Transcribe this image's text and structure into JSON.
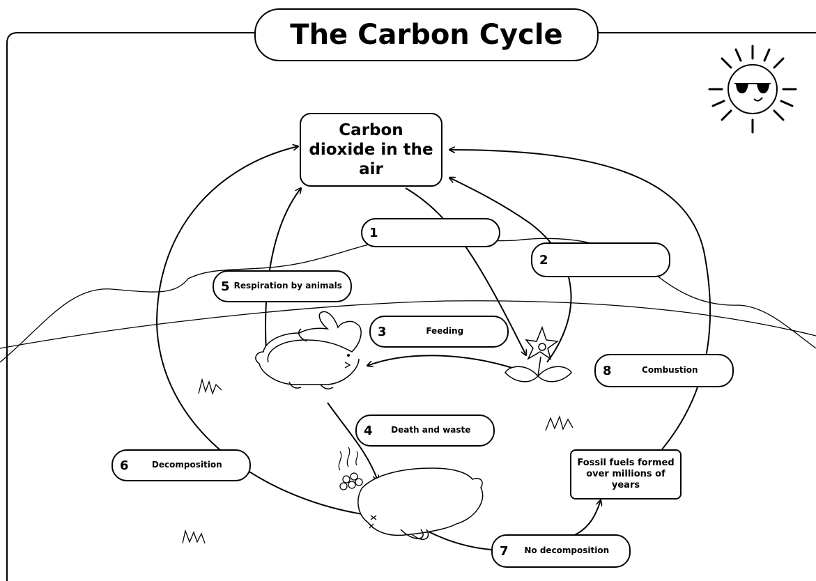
{
  "title": "The Carbon Cycle",
  "co2_box": {
    "label": "Carbon dioxide in the air"
  },
  "stages": [
    {
      "number": "1",
      "label": ""
    },
    {
      "number": "2",
      "label": ""
    },
    {
      "number": "3",
      "label": "Feeding"
    },
    {
      "number": "4",
      "label": "Death and waste"
    },
    {
      "number": "5",
      "label": "Respiration by animals"
    },
    {
      "number": "6",
      "label": "Decomposition"
    },
    {
      "number": "7",
      "label": "No decomposition"
    },
    {
      "number": "8",
      "label": "Combustion"
    }
  ],
  "fossil_fuels": {
    "label": "Fossil fuels formed over millions of years"
  },
  "icons": [
    "sun-icon",
    "rabbit-icon",
    "dead-rabbit-icon",
    "flower-icon",
    "grass-icon"
  ],
  "colors": {
    "ink": "#000000",
    "background": "#ffffff"
  }
}
